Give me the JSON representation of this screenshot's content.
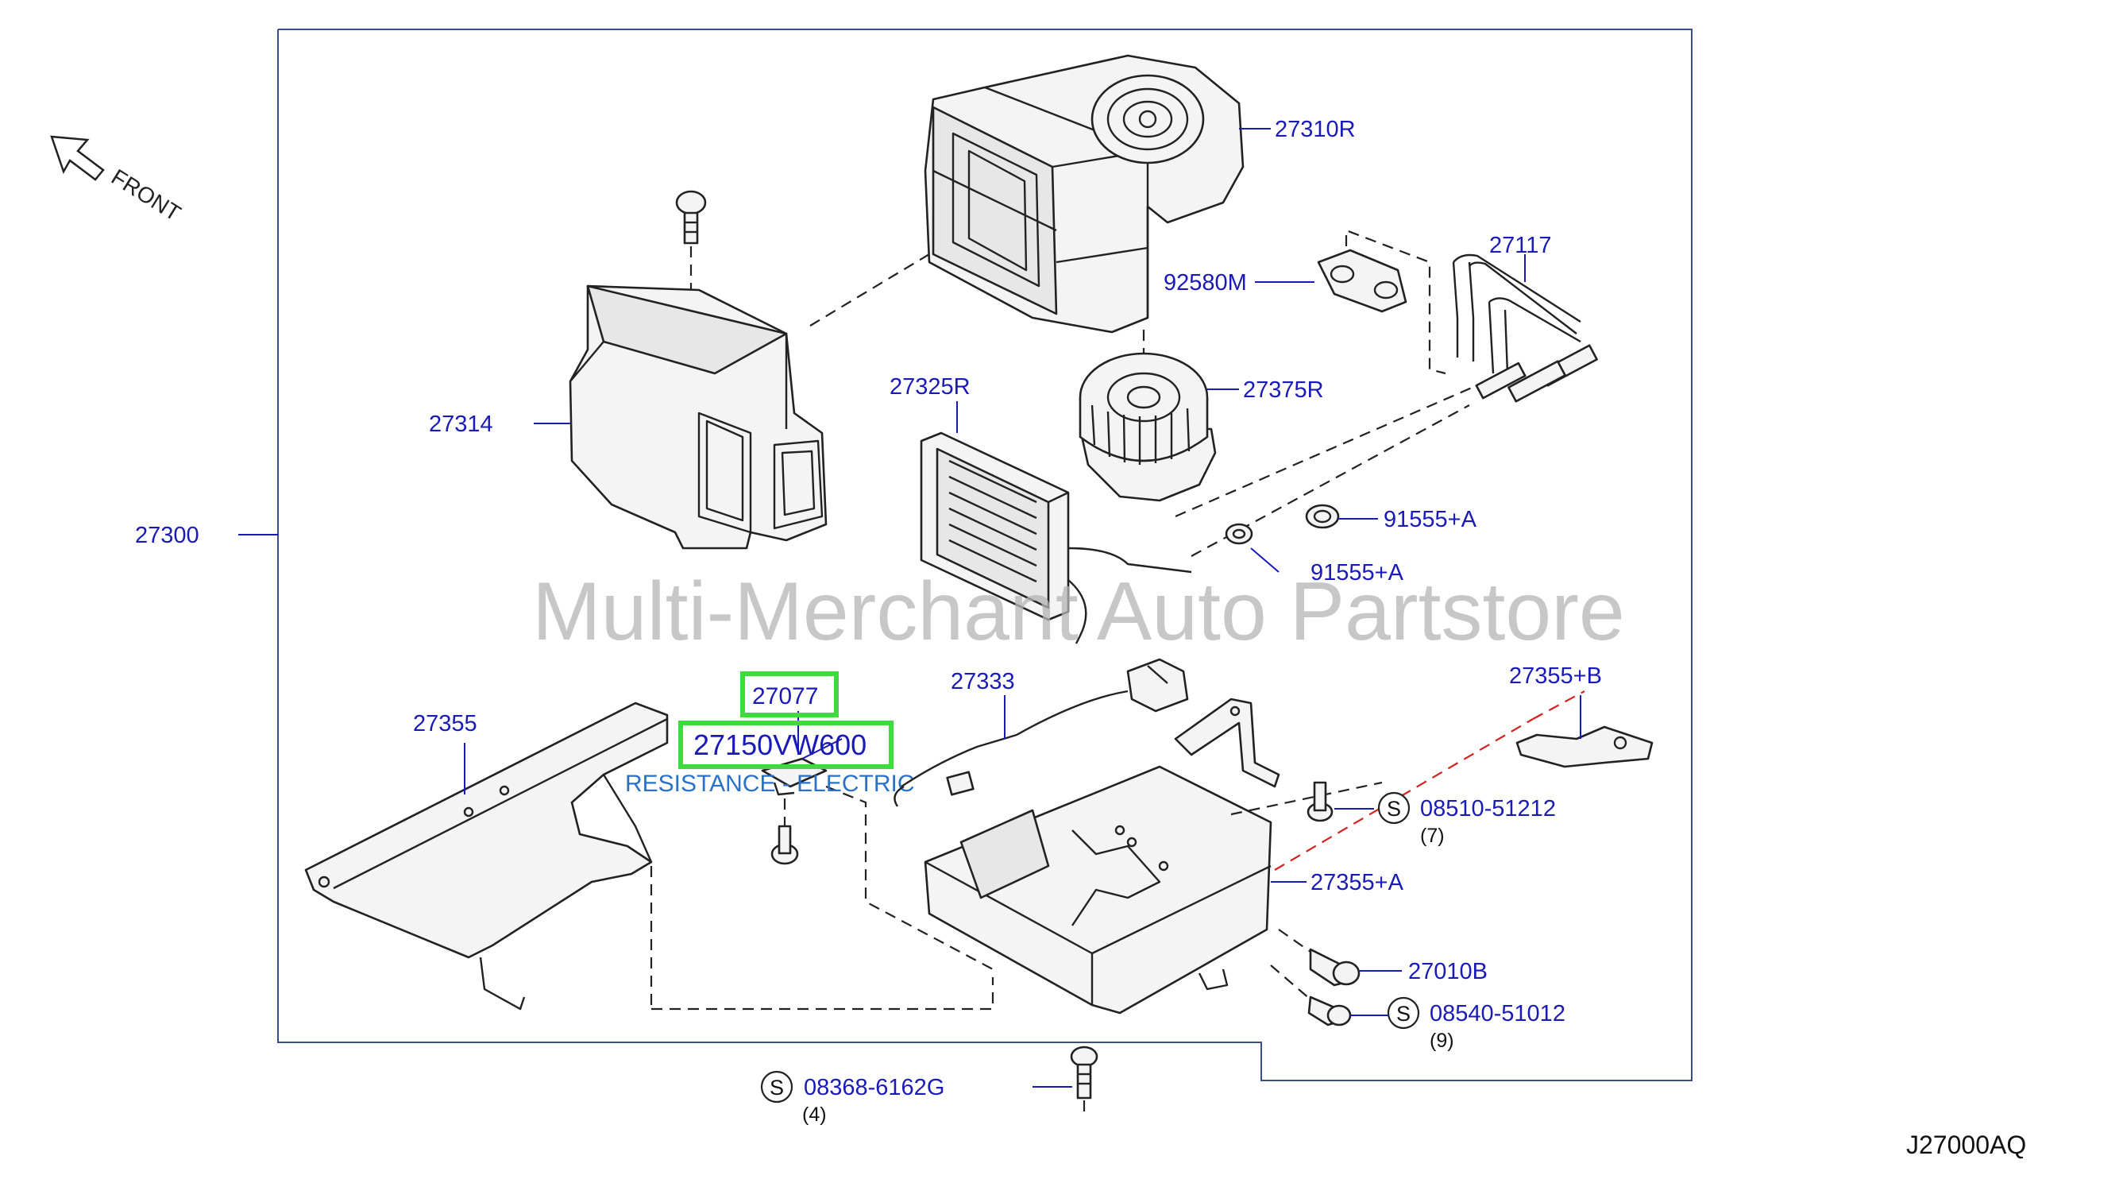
{
  "diagram_code": "J27000AQ",
  "front_label": "FRONT",
  "watermark": "Multi-Merchant Auto Partstore",
  "highlighted": {
    "part_27077": "27077",
    "part_27150": "27150VW600",
    "description": "RESISTANCE - ELECTRIC"
  },
  "callouts": {
    "c27310R": "27310R",
    "c27314": "27314",
    "c27300": "27300",
    "c92580M": "92580M",
    "c27117": "27117",
    "c27325R": "27325R",
    "c27375R": "27375R",
    "c91555A_1": "91555+A",
    "c91555A_2": "91555+A",
    "c27355": "27355",
    "c27333": "27333",
    "c27355B": "27355+B",
    "c27355A": "27355+A",
    "c27010B": "27010B"
  },
  "standard_parts": [
    {
      "symbol": "S",
      "part": "08510-51212",
      "qty": "(7)"
    },
    {
      "symbol": "S",
      "part": "08540-51012",
      "qty": "(9)"
    },
    {
      "symbol": "S",
      "part": "08368-6162G",
      "qty": "(4)"
    }
  ],
  "colors": {
    "callout_blue": "#1a1ab8",
    "highlight_green": "#3ddc3d",
    "note_blue": "#2a72c8",
    "frame_blue": "#3a4f8a",
    "watermark_gray": "#b5b5b5",
    "dashed_red": "#d42020"
  }
}
